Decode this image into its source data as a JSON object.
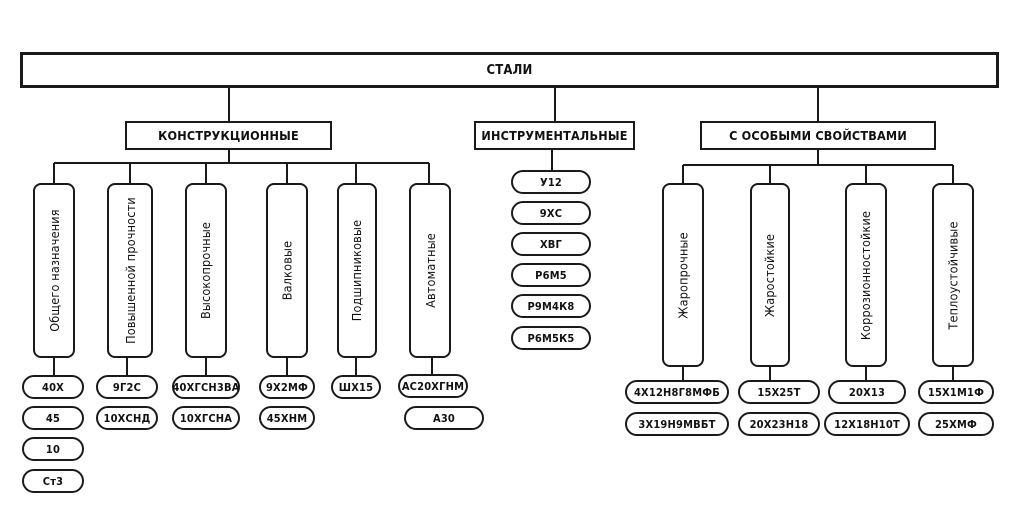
{
  "root": "СТАЛИ",
  "groups": {
    "structural": {
      "label": "КОНСТРУКЦИОННЫЕ",
      "types": [
        {
          "label": "Общего назначения",
          "grades": [
            "40Х",
            "45",
            "10",
            "Ст3"
          ]
        },
        {
          "label": "Повышенной прочности",
          "grades": [
            "9Г2С",
            "10ХСНД"
          ]
        },
        {
          "label": "Высокопрочные",
          "grades": [
            "40ХГСН3ВА",
            "10ХГСНА"
          ]
        },
        {
          "label": "Валковые",
          "grades": [
            "9Х2МФ",
            "45ХНМ"
          ]
        },
        {
          "label": "Подшипниковые",
          "grades": [
            "ШХ15"
          ]
        },
        {
          "label": "Автоматные",
          "grades": [
            "АС20ХГНМ",
            "А30"
          ]
        }
      ]
    },
    "tool": {
      "label": "ИНСТРУМЕНТАЛЬНЫЕ",
      "grades": [
        "У12",
        "9ХС",
        "ХВГ",
        "Р6М5",
        "Р9М4К8",
        "Р6М5К5"
      ]
    },
    "special": {
      "label": "С ОСОБЫМИ СВОЙСТВАМИ",
      "types": [
        {
          "label": "Жаропрочные",
          "grades": [
            "4Х12Н8Г8МФБ",
            "3Х19Н9МВБТ"
          ]
        },
        {
          "label": "Жаростойкие",
          "grades": [
            "15Х25Т",
            "20Х23Н18"
          ]
        },
        {
          "label": "Коррозионностойкие",
          "grades": [
            "20Х13",
            "12Х18Н10Т"
          ]
        },
        {
          "label": "Теплоустойчивые",
          "grades": [
            "15Х1М1Ф",
            "25ХМФ"
          ]
        }
      ]
    }
  }
}
